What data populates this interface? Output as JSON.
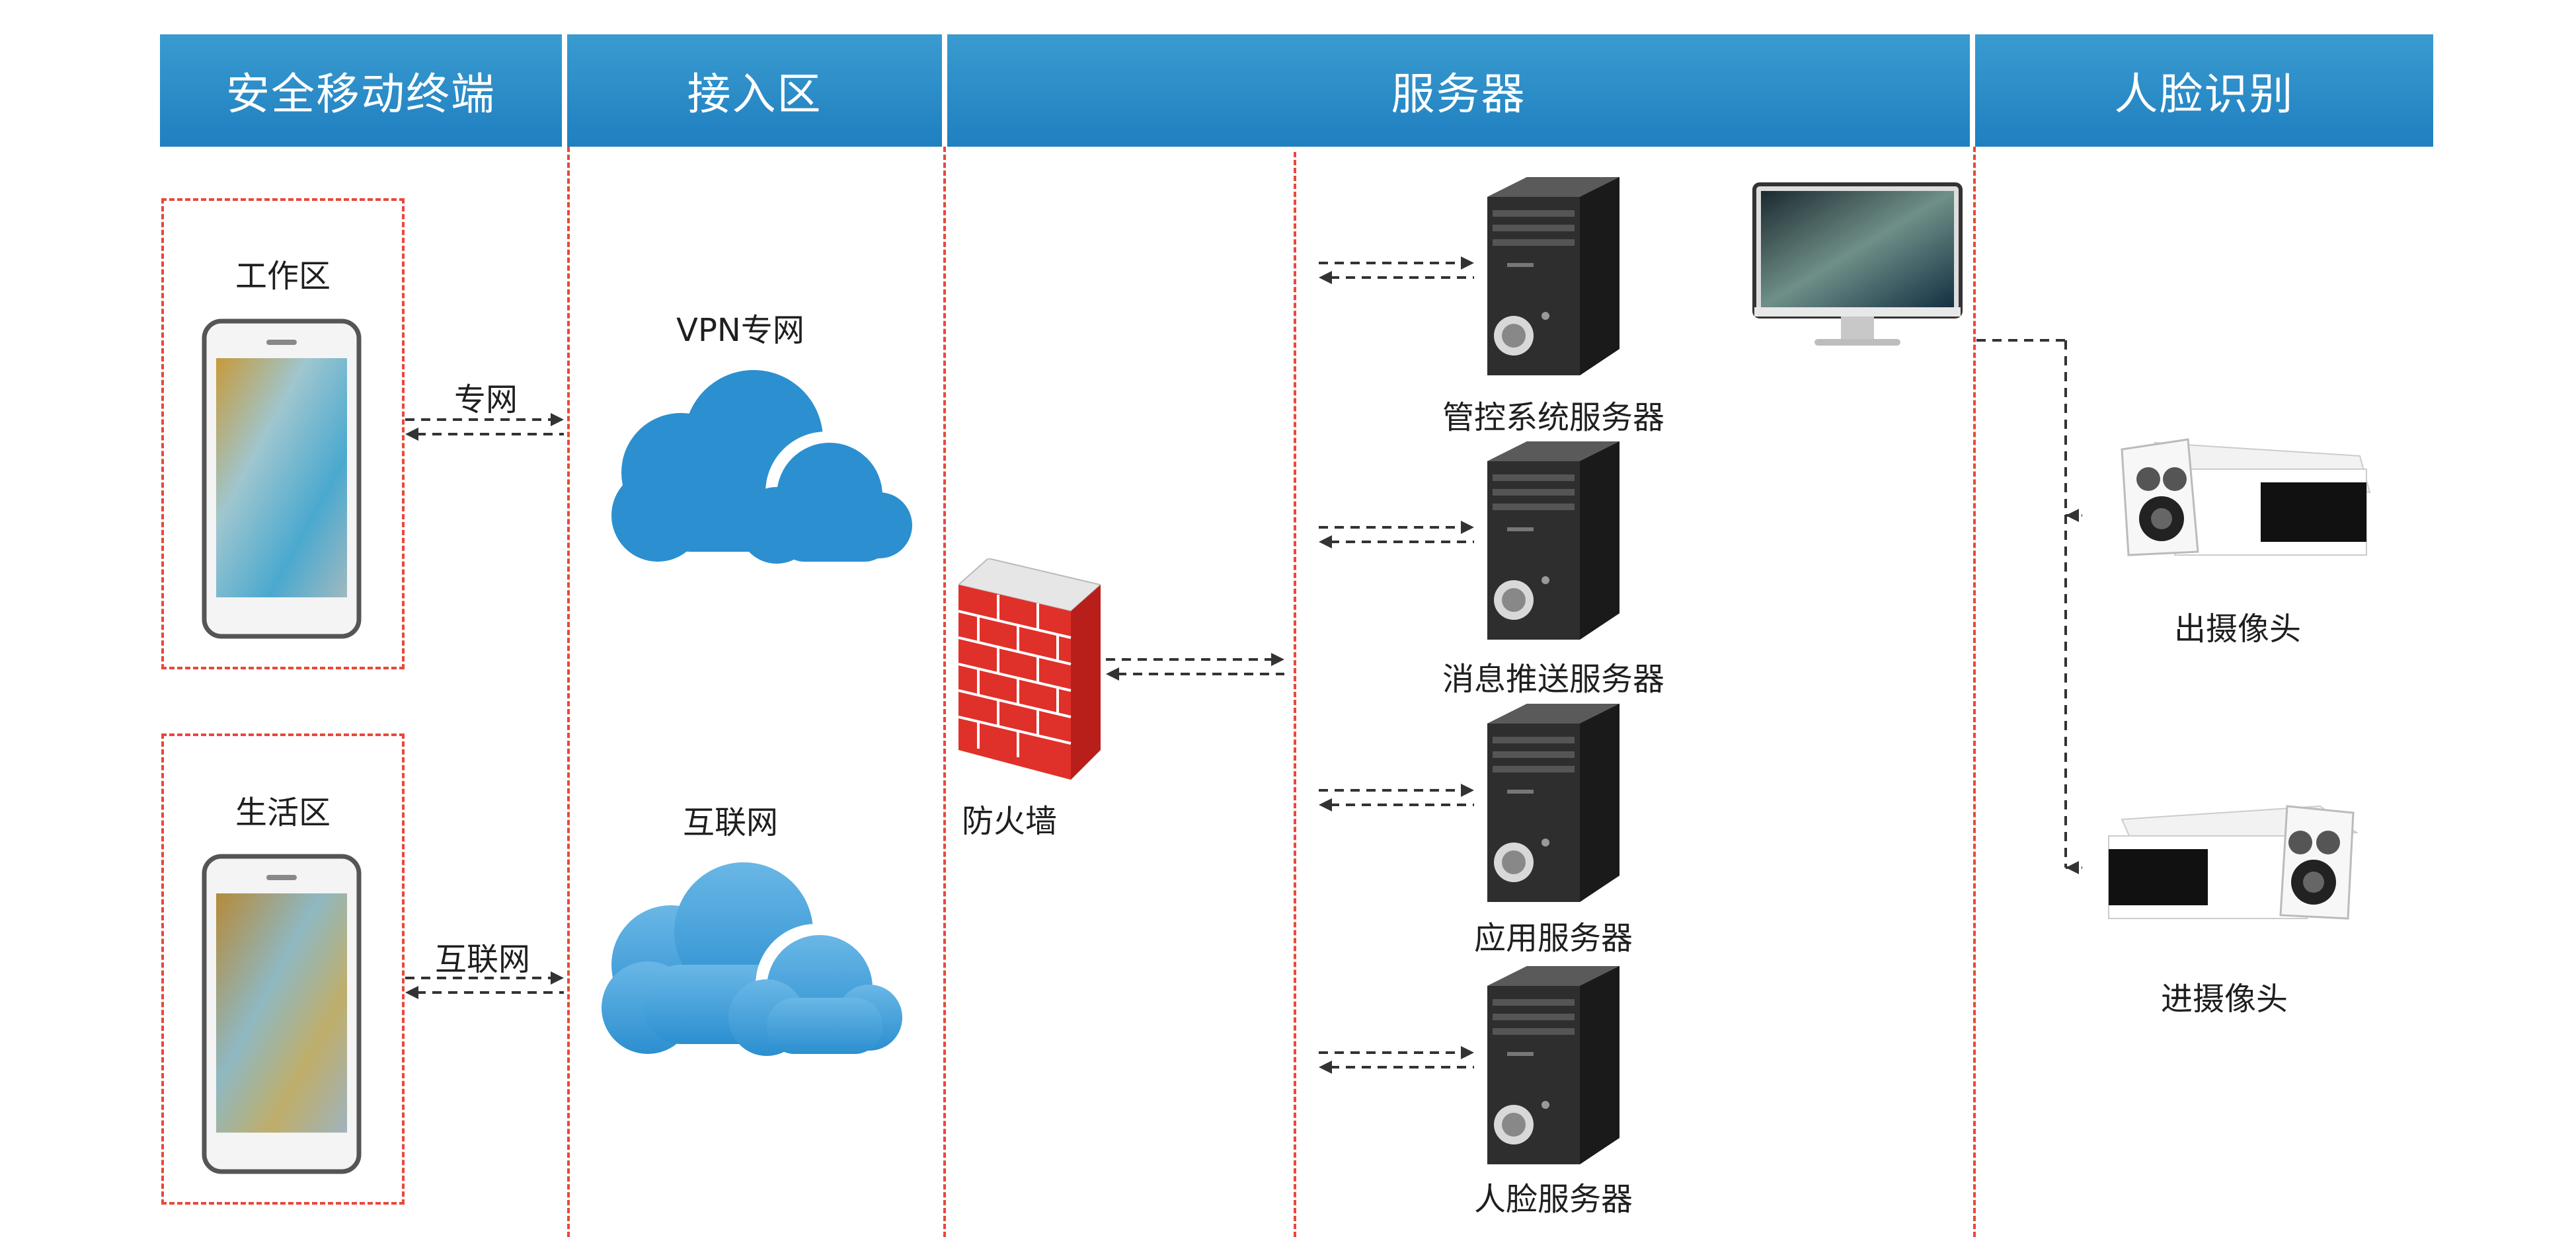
{
  "headers": {
    "terminal": "安全移动终端",
    "access": "接入区",
    "server": "服务器",
    "face": "人脸识别"
  },
  "terminal_zones": {
    "work": {
      "label": "工作区",
      "link": "专网"
    },
    "life": {
      "label": "生活区",
      "link": "互联网"
    }
  },
  "access": {
    "vpn": "VPN专网",
    "internet": "互联网"
  },
  "firewall": {
    "label": "防火墙"
  },
  "servers": [
    {
      "label": "管控系统服务器"
    },
    {
      "label": "消息推送服务器"
    },
    {
      "label": "应用服务器"
    },
    {
      "label": "人脸服务器"
    }
  ],
  "cameras": {
    "exit": "出摄像头",
    "enter": "进摄像头"
  },
  "colors": {
    "header": "#1f7fc0",
    "dash_red": "#e8483b",
    "cloud_blue": "#2c8fd0",
    "firewall_red": "#e0302a"
  }
}
